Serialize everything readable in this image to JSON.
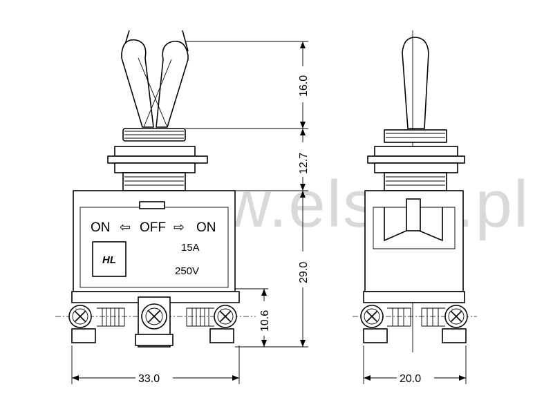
{
  "watermark": "www.elstat.pl",
  "switch_labels": {
    "position_left": "ON",
    "position_center": "OFF",
    "position_right": "ON",
    "current_rating": "15A",
    "voltage_rating": "250V",
    "logo_text": "HL"
  },
  "dimensions": {
    "lever_travel": "16.0",
    "bushing_height": "12.7",
    "body_height": "29.0",
    "terminal_height": "10.6",
    "width_front": "33.0",
    "width_side": "20.0"
  }
}
